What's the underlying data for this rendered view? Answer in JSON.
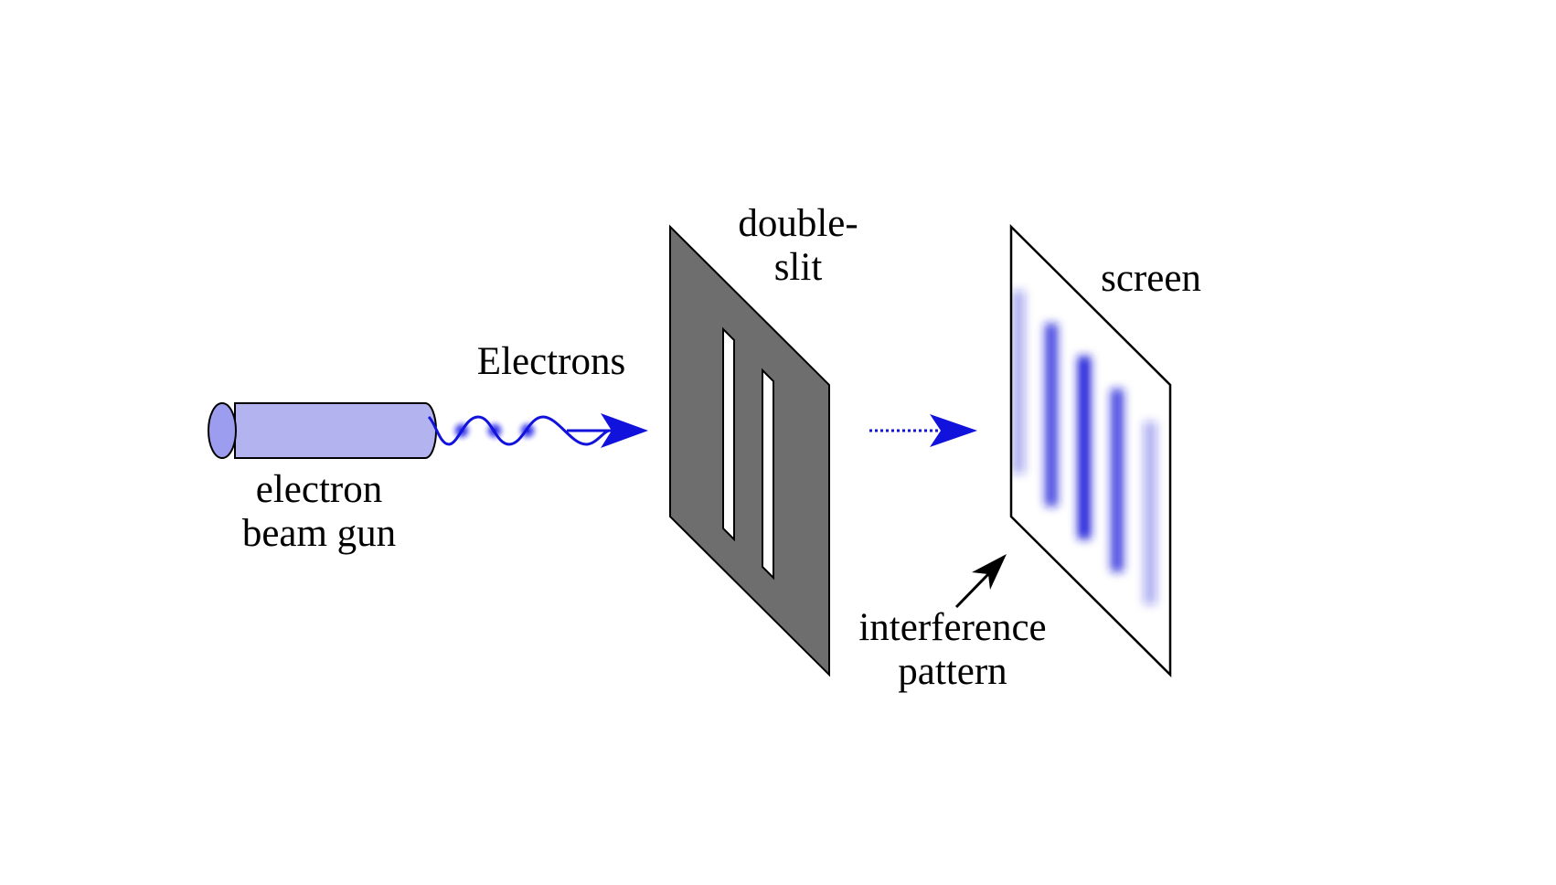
{
  "labels": {
    "gun_line1": "electron",
    "gun_line2": "beam gun",
    "electrons": "Electrons",
    "slit_line1": "double-",
    "slit_line2": "slit",
    "screen": "screen",
    "pattern_line1": "interference",
    "pattern_line2": "pattern"
  },
  "colors": {
    "background": "#ffffff",
    "gun_body": "#b3b3ef",
    "gun_face": "#9d9def",
    "wave": "#1212dd",
    "slit_panel": "#6e6e6e",
    "fringe": "#1a1ad9",
    "outline": "#000000"
  },
  "interference": {
    "fringe_intensities": [
      0.35,
      0.8,
      1.0,
      0.8,
      0.35
    ]
  }
}
